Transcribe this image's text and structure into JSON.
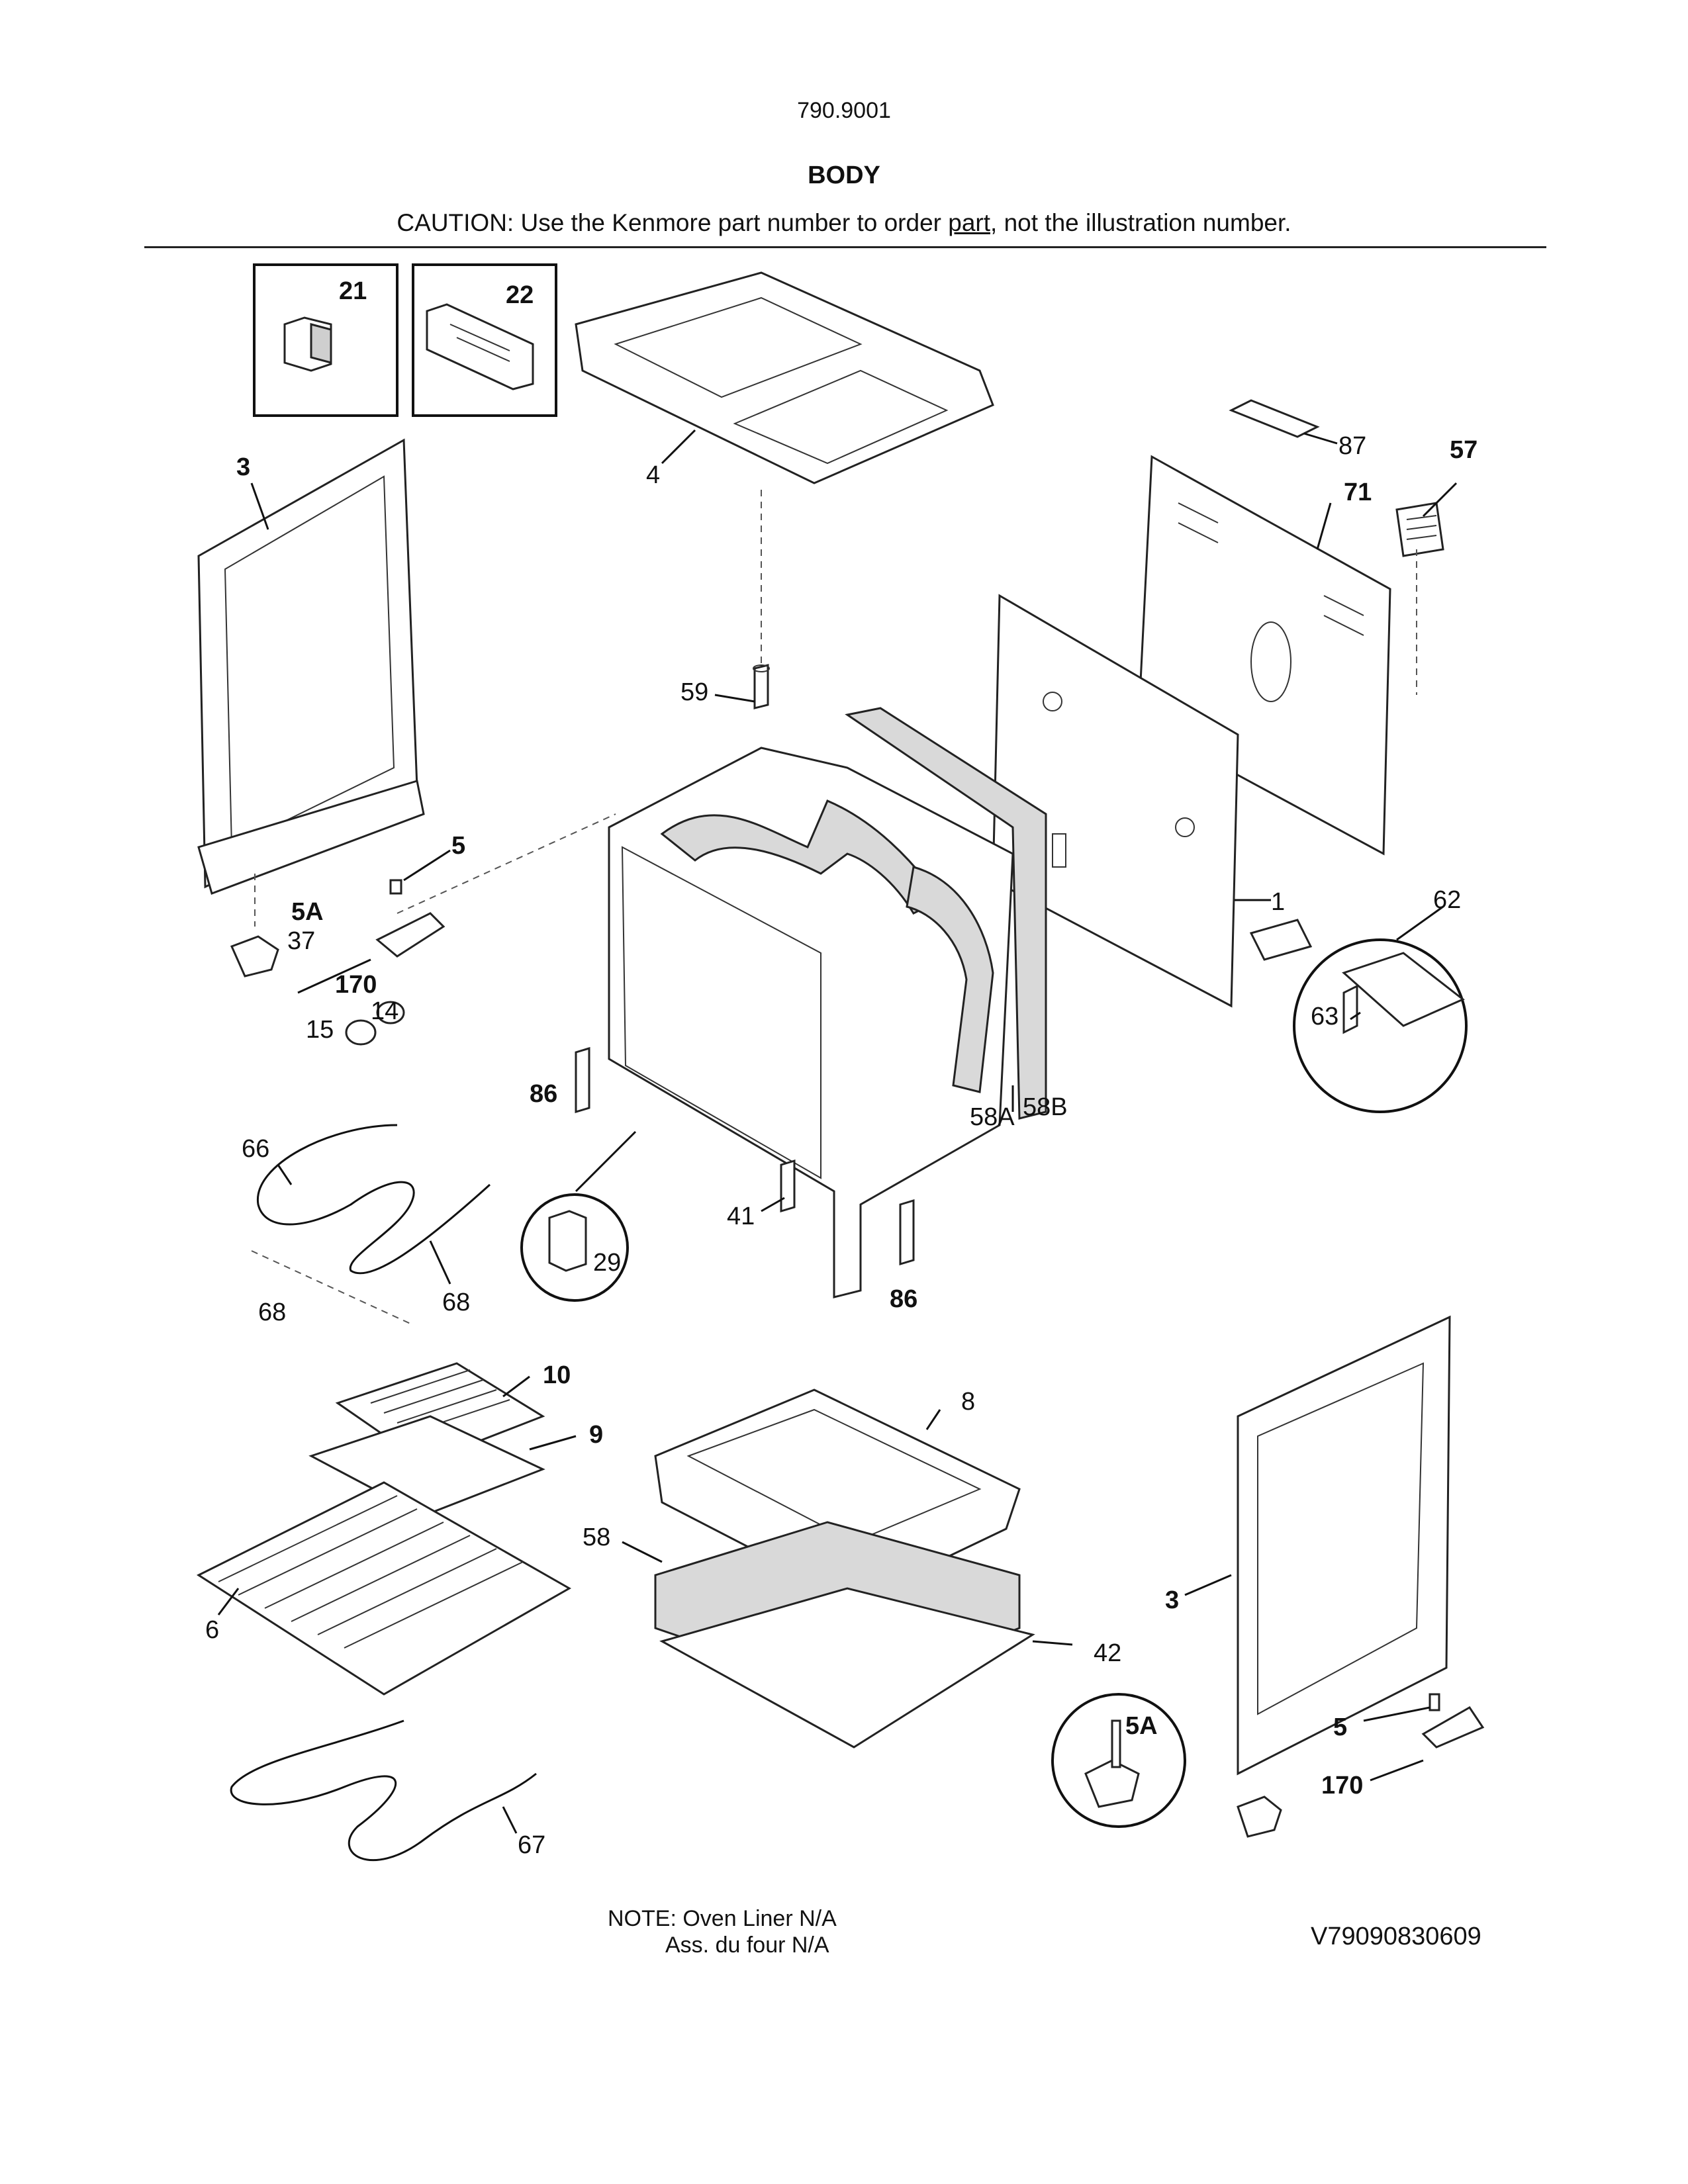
{
  "header": {
    "model": "790.9001",
    "title": "BODY",
    "caution_pre": "CAUTION: Use the Kenmore part number to order ",
    "caution_part": "part",
    "caution_post": ", not the illustration number."
  },
  "labels": {
    "p21": "21",
    "p22": "22",
    "p3a": "3",
    "p4": "4",
    "p87": "87",
    "p57": "57",
    "p71": "71",
    "p59": "59",
    "p5a": "5",
    "p5A": "5A",
    "p37": "37",
    "p170a": "170",
    "p14": "14",
    "p15": "15",
    "p1": "1",
    "p62": "62",
    "p63": "63",
    "p86a": "86",
    "p58A": "58A",
    "p58B": "58B",
    "p66": "66",
    "p41": "41",
    "p29": "29",
    "p68a": "68",
    "p68b": "68",
    "p86b": "86",
    "p10": "10",
    "p8": "8",
    "p9": "9",
    "p58": "58",
    "p6": "6",
    "p3b": "3",
    "p42": "42",
    "p5A2": "5A",
    "p5b": "5",
    "p170b": "170",
    "p67": "67"
  },
  "footer": {
    "note_line1": "NOTE: Oven Liner N/A",
    "note_line2": "Ass. du four N/A",
    "code": "V79090830609"
  }
}
